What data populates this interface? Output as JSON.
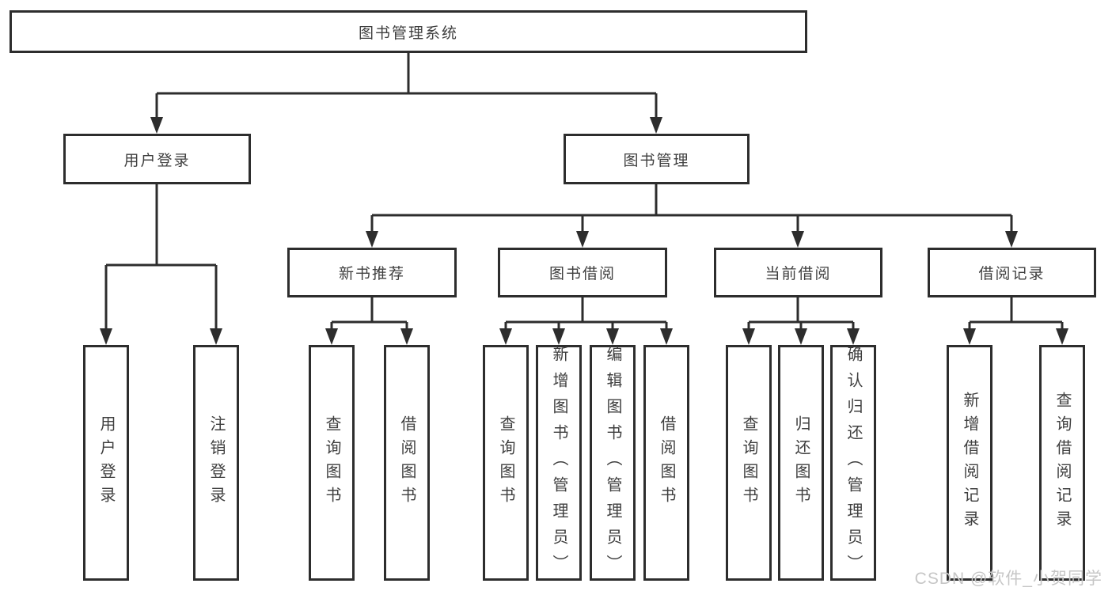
{
  "tree": {
    "root": {
      "label": "图书管理系统"
    },
    "branches": [
      {
        "label": "用户登录",
        "children": [
          {
            "label": "用户登录"
          },
          {
            "label": "注销登录"
          }
        ]
      },
      {
        "label": "图书管理",
        "children": [
          {
            "label": "新书推荐",
            "children": [
              {
                "label": "查询图书"
              },
              {
                "label": "借阅图书"
              }
            ]
          },
          {
            "label": "图书借阅",
            "children": [
              {
                "label": "查询图书"
              },
              {
                "label": "新增图书（管理员）"
              },
              {
                "label": "编辑图书（管理员）"
              },
              {
                "label": "借阅图书"
              }
            ]
          },
          {
            "label": "当前借阅",
            "children": [
              {
                "label": "查询图书"
              },
              {
                "label": "归还图书"
              },
              {
                "label": "确认归还（管理员）"
              }
            ]
          },
          {
            "label": "借阅记录",
            "children": [
              {
                "label": "新增借阅记录"
              },
              {
                "label": "查询借阅记录"
              }
            ]
          }
        ]
      }
    ]
  },
  "watermark": "CSDN @软件_小贺同学",
  "colors": {
    "line": "#2d2d2d",
    "text": "#3f3f3f",
    "background": "#ffffff",
    "watermark": "#c6c6c6"
  }
}
